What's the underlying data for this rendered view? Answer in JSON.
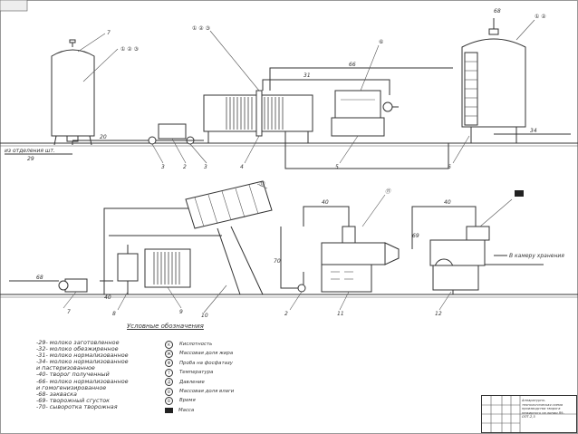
{
  "diagram": {
    "top_labels": {
      "source_line": "из отделения шт.",
      "source_pos": "29",
      "pos_7": "7",
      "circle_tank": "① ② ③",
      "pos_3a": "3",
      "pos_3b": "3",
      "pos_2": "2",
      "pos_4": "4",
      "circle_pasteur": "① ② ③",
      "circle_5": "⑥",
      "pos_5": "5",
      "pos_31": "31",
      "pos_66": "66",
      "pos_68": "68",
      "circle_6": "① ②",
      "pos_6": "6",
      "pos_34": "34",
      "pos_20": "20"
    },
    "bottom_labels": {
      "pos_40a": "40",
      "pos_40b": "40",
      "pos_40c": "40",
      "pos_68b": "68",
      "pos_70": "70",
      "pos_7b": "7",
      "pos_8": "8",
      "pos_9": "9",
      "pos_10": "10",
      "pos_2b": "2",
      "pos_11": "11",
      "pos_12": "12",
      "pos_69": "69",
      "to_packing": "В камеру хранения"
    },
    "legend_title": "Условные обозначения",
    "legend_lines": [
      "-29- молоко заготовленное",
      "-32- молоко обезжиренное",
      "-31- молоко нормализованное",
      "-34- молоко нормализованное",
      "      и пастеризованное",
      "-40- творог полученный",
      "-66- молоко нормализованное",
      "      и гомогенизированное",
      "-68- закваска",
      "-69- творожный сгусток",
      "-70- сыворотка творожная"
    ],
    "symbols": [
      {
        "mark": "К",
        "text": "Кислотность"
      },
      {
        "mark": "Ж",
        "text": "Массовая доля жира"
      },
      {
        "mark": "Ф",
        "text": "Проба на фосфатазу"
      },
      {
        "mark": "Т",
        "text": "Температура"
      },
      {
        "mark": "Д",
        "text": "Давление"
      },
      {
        "mark": "В",
        "text": "Массовая доля влаги"
      },
      {
        "mark": "В",
        "text": "Время"
      },
      {
        "mark": "■",
        "text": "Масса"
      }
    ],
    "stamp_caption": "Аппаратурно-технологическая схема производства творога нежирного на линии Я9-ОПТ-2,5"
  }
}
